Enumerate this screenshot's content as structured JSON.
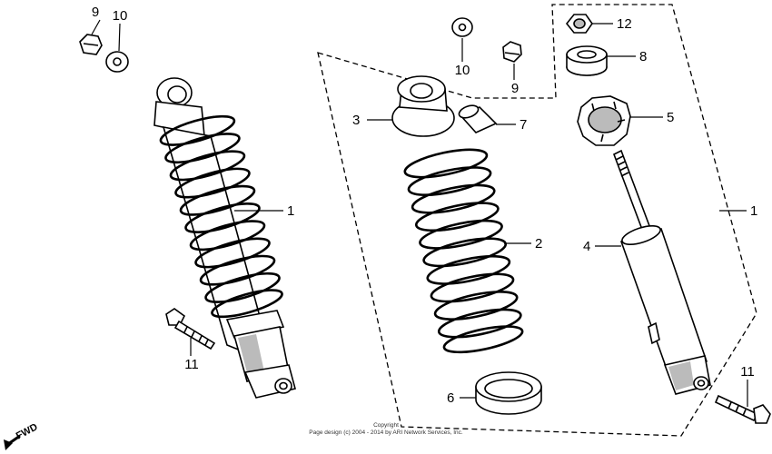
{
  "diagram": {
    "callouts": {
      "left_nut": "9",
      "left_washer": "10",
      "left_shock": "1",
      "left_bolt": "11",
      "mid_washer": "10",
      "mid_nut": "9",
      "top_nut": "12",
      "rubber_bush": "8",
      "spring_seat": "3",
      "collar": "7",
      "stopper_plate": "5",
      "spring": "2",
      "damper": "4",
      "right_assy": "1",
      "lower_seat": "6",
      "right_bolt": "11"
    },
    "fwd_label": "FWD",
    "copyright": {
      "line1": "Copyright",
      "line2": "Page design (c) 2004 - 2014 by ARI Network Services, Inc."
    }
  }
}
